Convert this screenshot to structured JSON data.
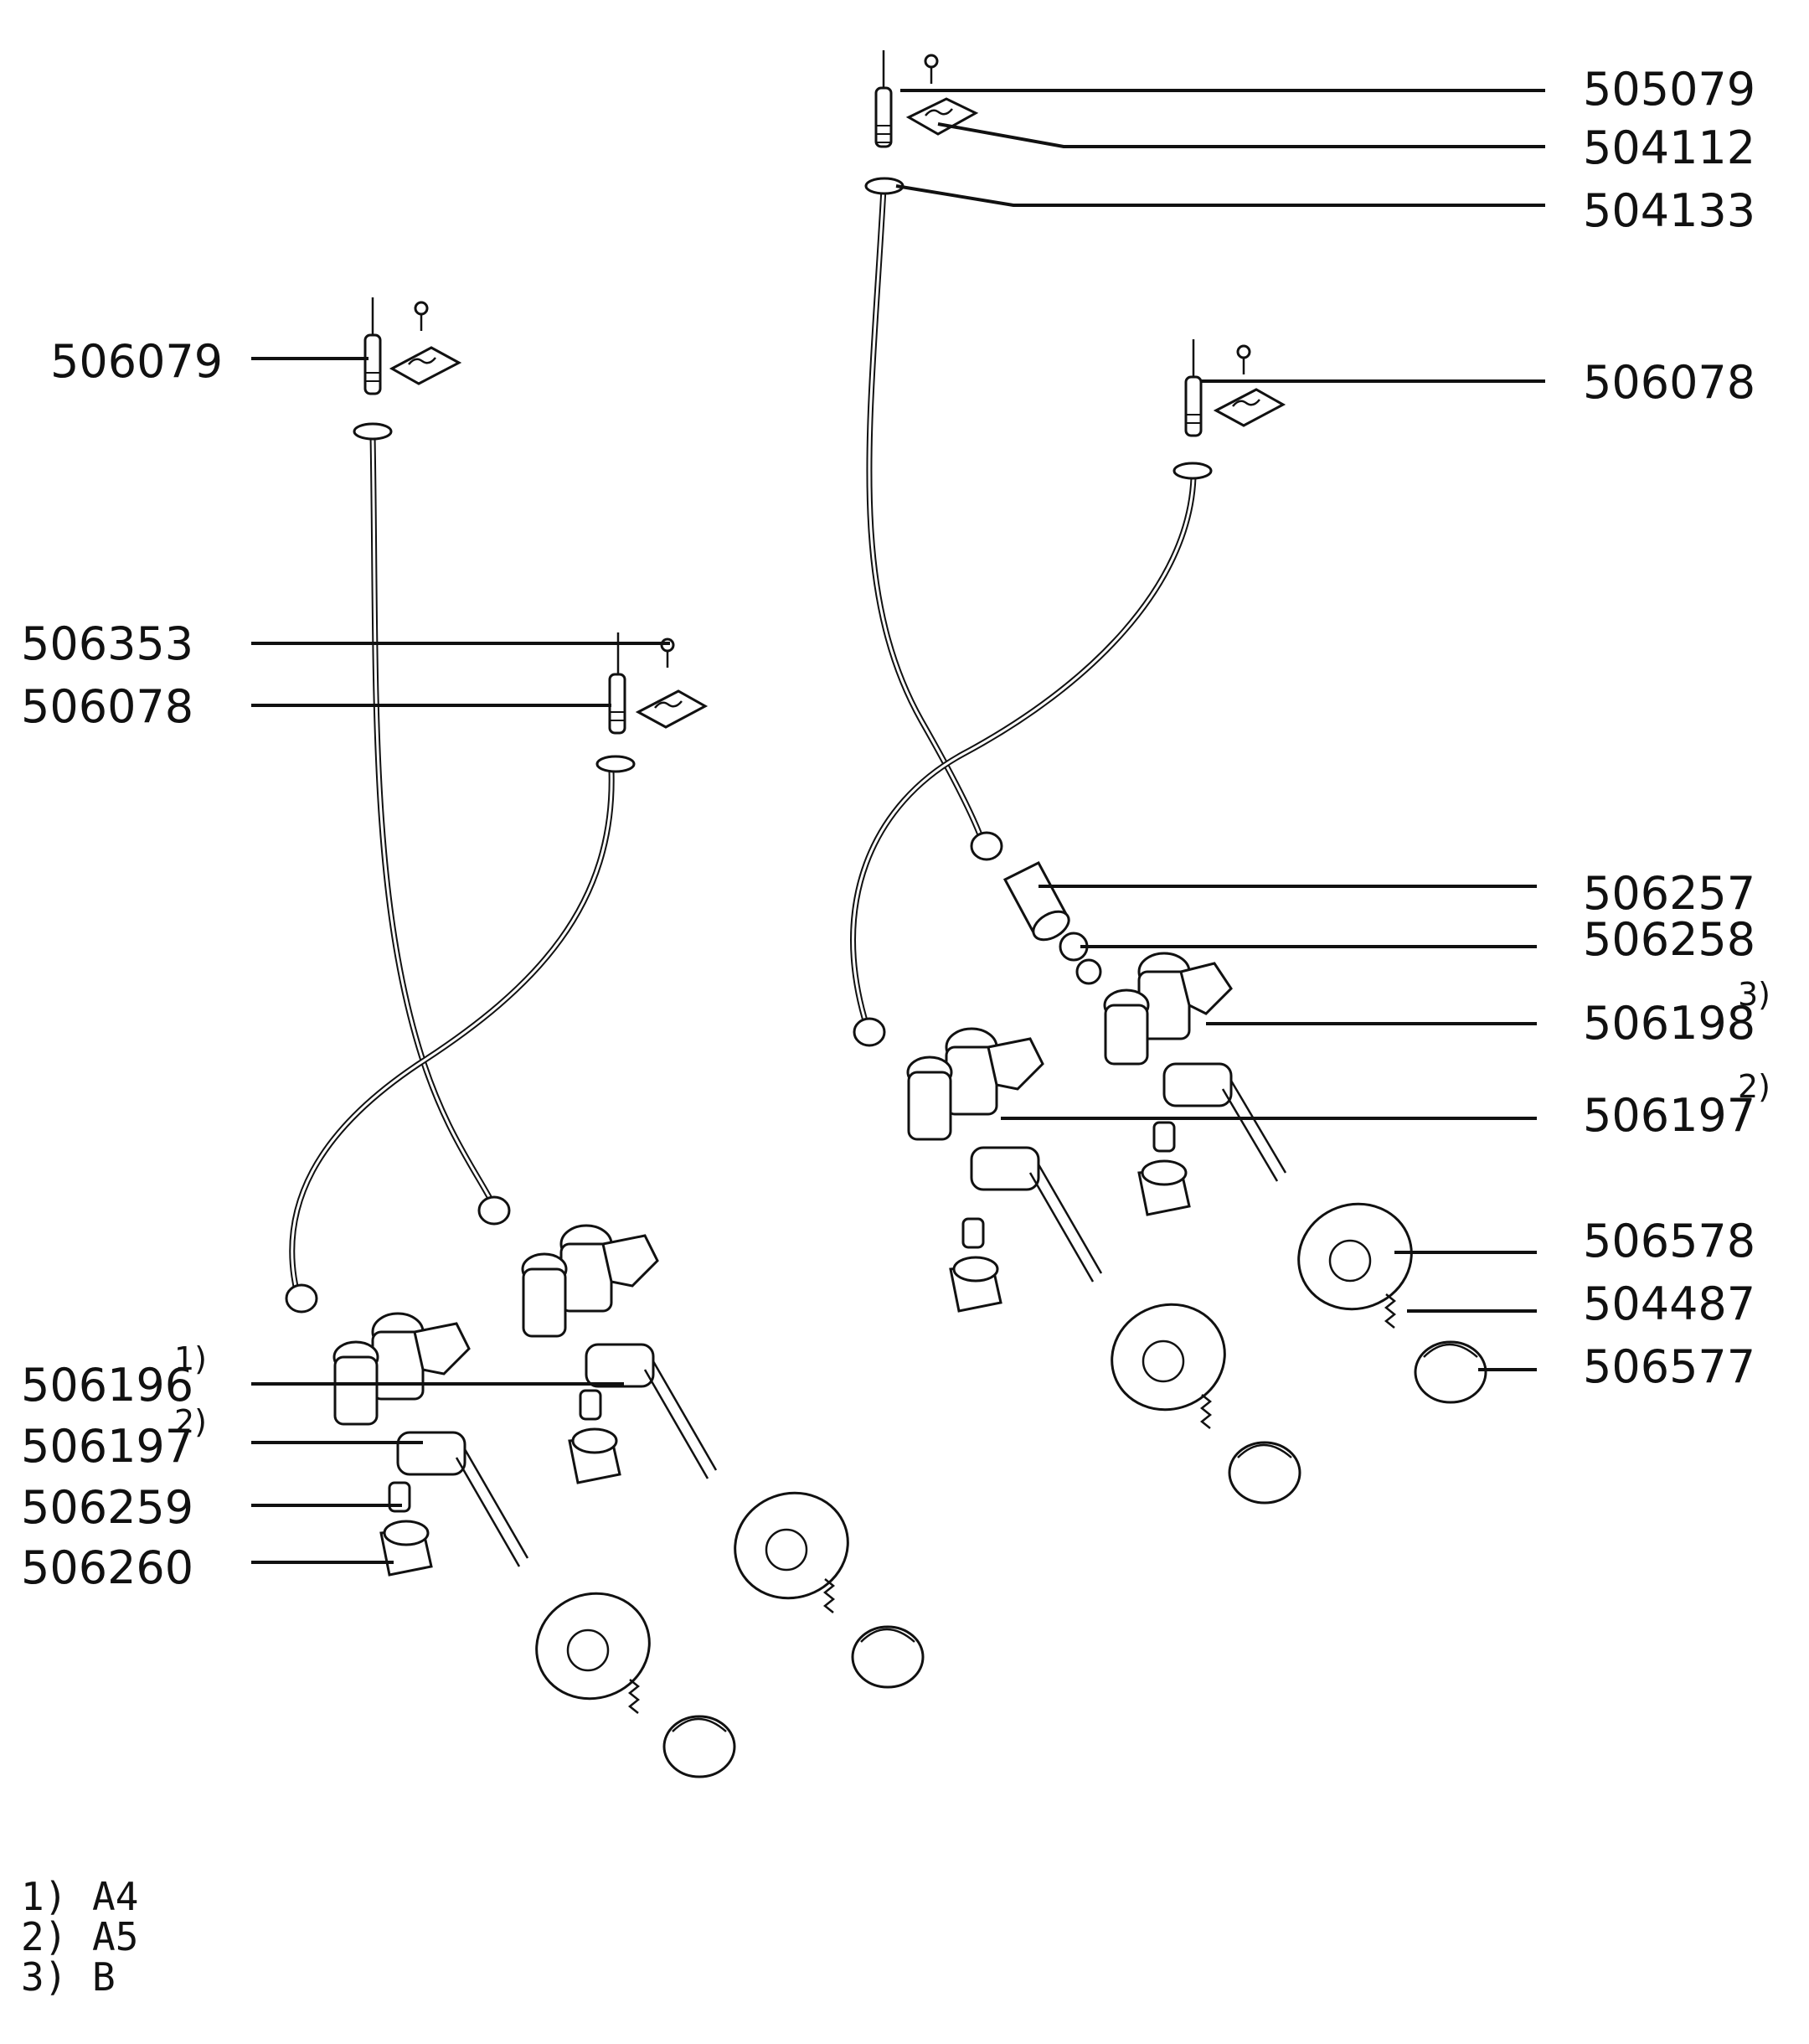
{
  "diagram": {
    "labels": {
      "p505079": "505079",
      "p504112": "504112",
      "p504133": "504133",
      "p506078_right": "506078",
      "p506079": "506079",
      "p506353": "506353",
      "p506078_left": "506078",
      "p506257": "506257",
      "p506258": "506258",
      "p506198": "506198",
      "p506198_sup": "3)",
      "p506197_right": "506197",
      "p506197_right_sup": "2)",
      "p506578": "506578",
      "p504487": "504487",
      "p506577": "506577",
      "p506196": "506196",
      "p506196_sup": "1)",
      "p506197_left": "506197",
      "p506197_left_sup": "2)",
      "p506259": "506259",
      "p506260": "506260"
    },
    "notes": [
      {
        "marker": "1)",
        "text": "A4"
      },
      {
        "marker": "2)",
        "text": "A5"
      },
      {
        "marker": "3)",
        "text": "B"
      }
    ]
  }
}
